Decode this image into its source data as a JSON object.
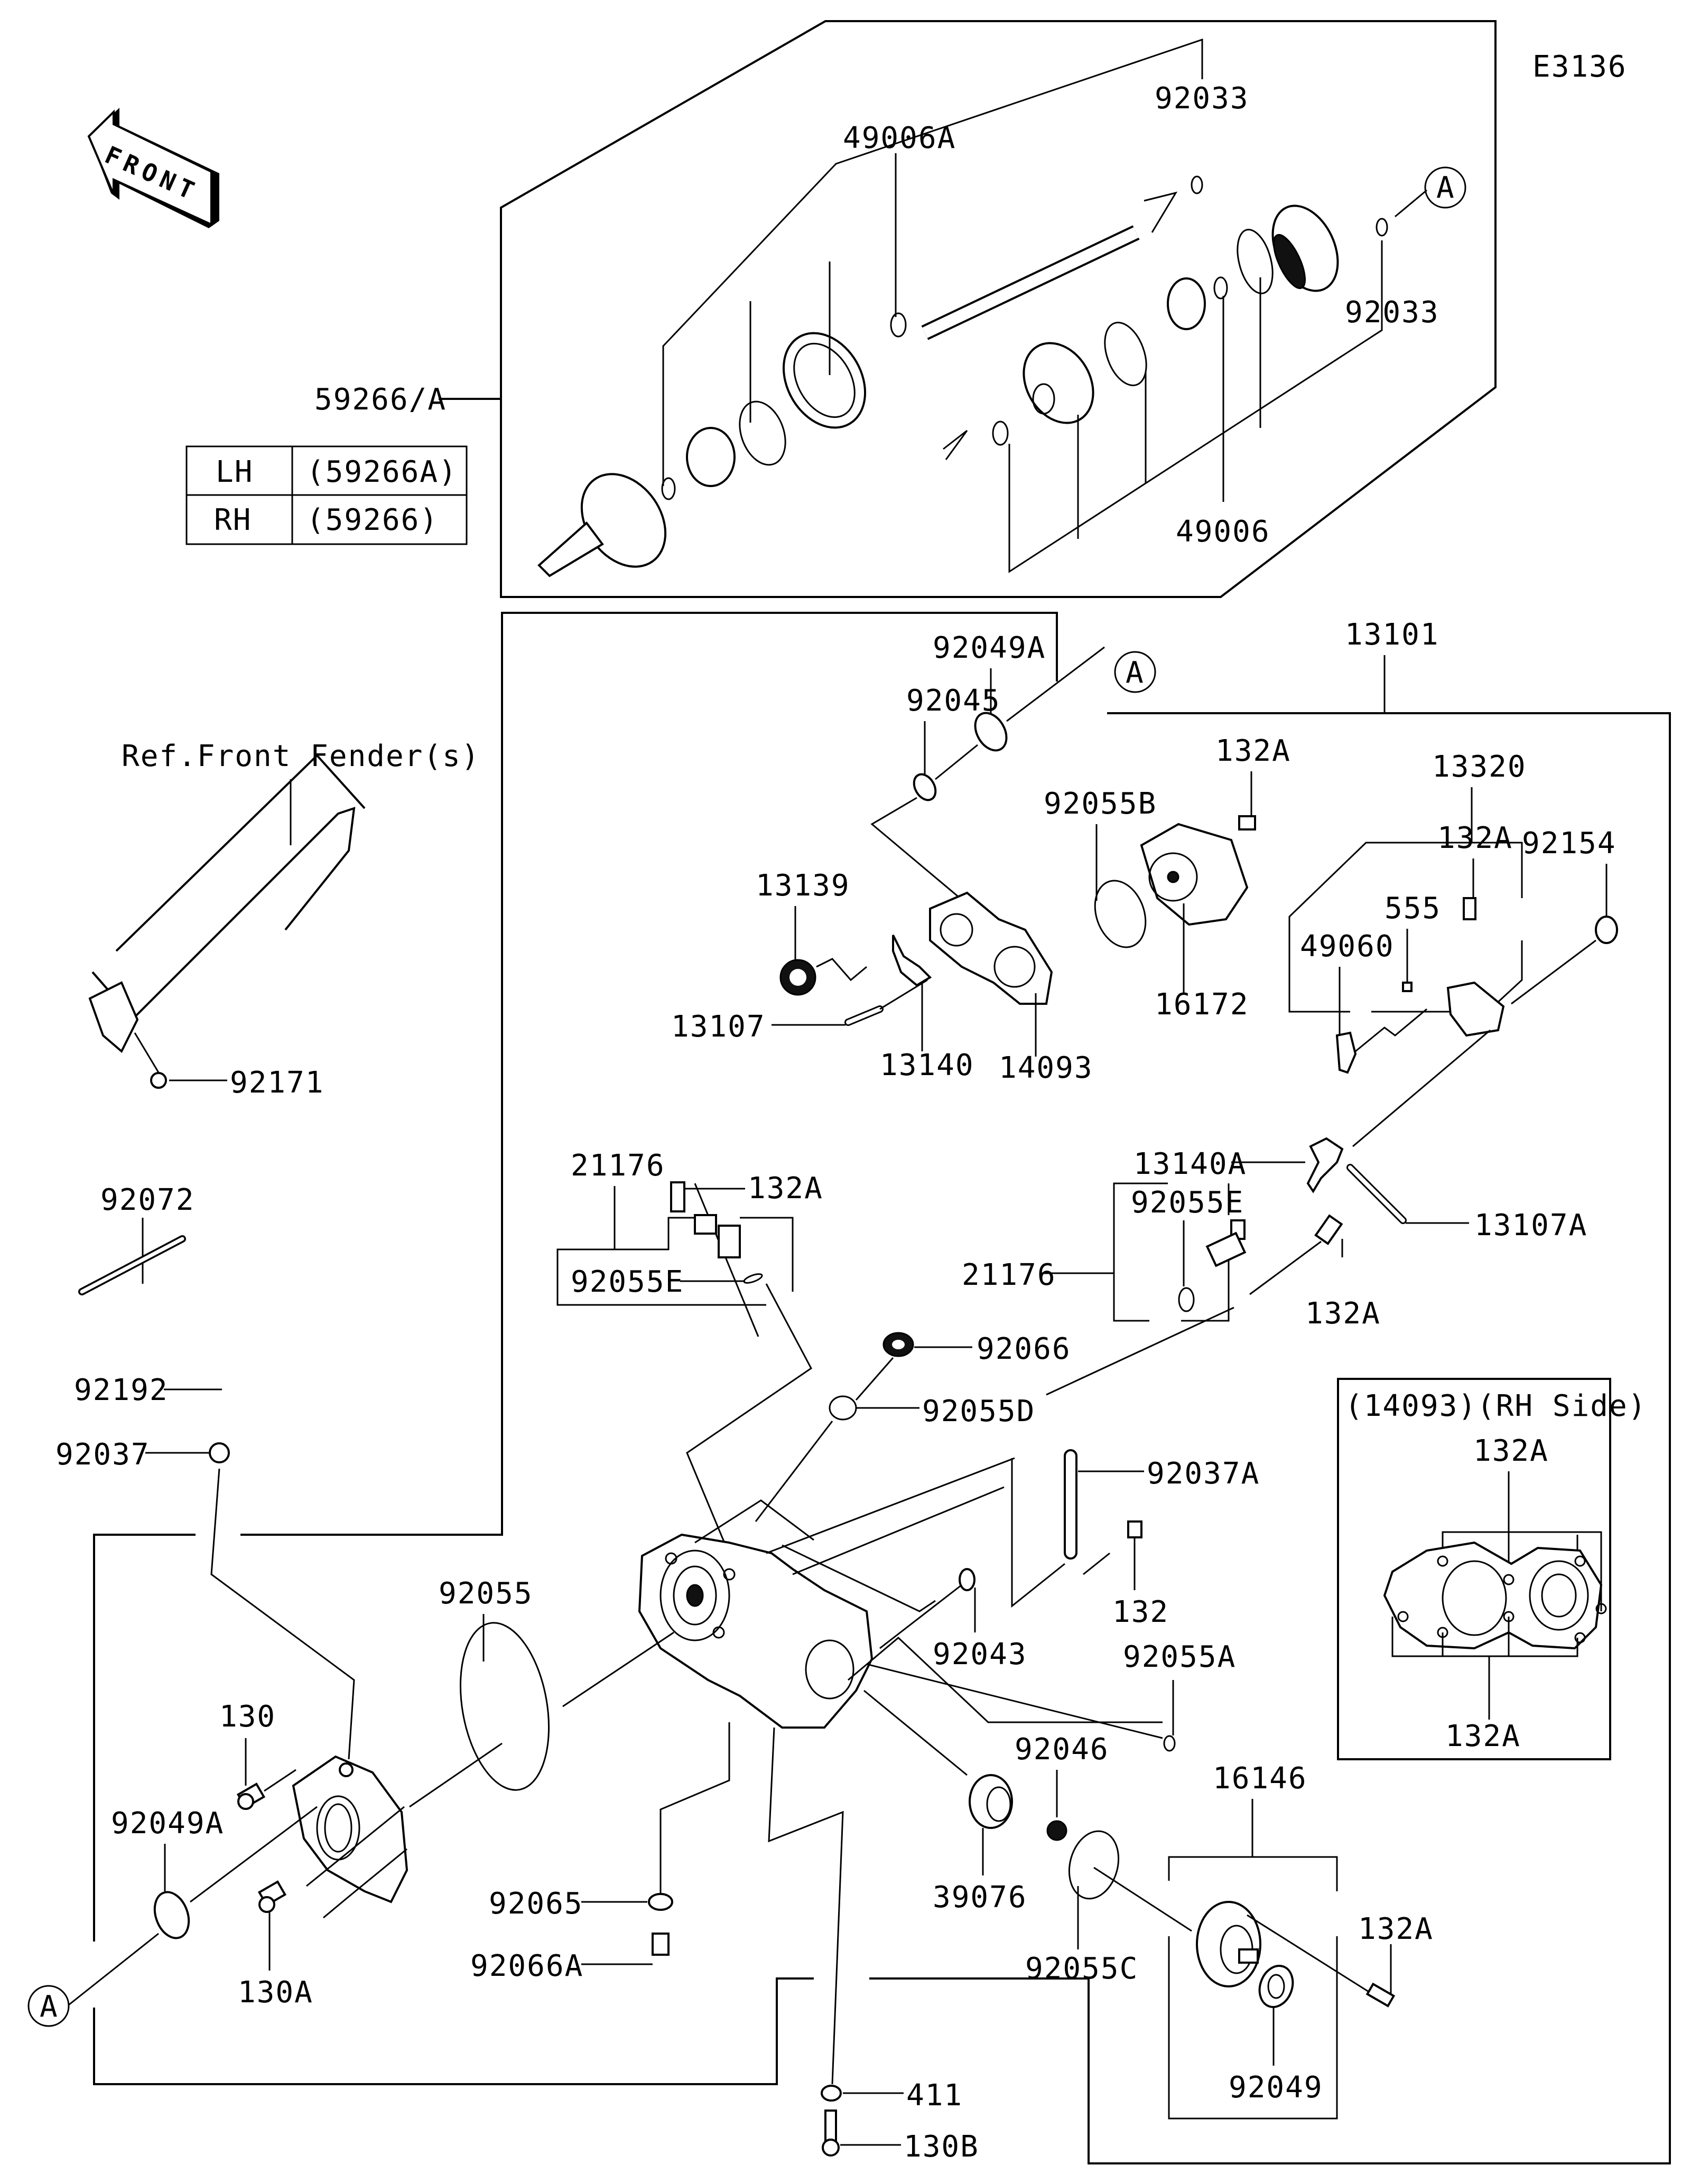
{
  "diagram": {
    "code": "E3136",
    "front_arrow": "FRONT",
    "ref_note": "Ref.Front Fender(s)",
    "side_table": {
      "rows": [
        {
          "side": "LH",
          "part": "(59266A)"
        },
        {
          "side": "RH",
          "part": "(59266)"
        }
      ]
    },
    "inset_title": "(14093)(RH Side)",
    "callout_marker": "A",
    "labels": {
      "p59266A": "59266/A",
      "p49006A": "49006A",
      "p92033_top": "92033",
      "p92033_right": "92033",
      "p49006": "49006",
      "p92049A_top": "92049A",
      "p92045": "92045",
      "p13101": "13101",
      "p132A_1": "132A",
      "p92055B": "92055B",
      "p13320": "13320",
      "p92154": "92154",
      "p132A_2": "132A",
      "p555": "555",
      "p49060": "49060",
      "p13139": "13139",
      "p16172": "16172",
      "p13107": "13107",
      "p13140": "13140",
      "p14093": "14093",
      "p13140A": "13140A",
      "p13107A": "13107A",
      "p132A_3": "132A",
      "p21176_left": "21176",
      "p92055E_left": "92055E",
      "p92055E_right": "92055E",
      "p21176_right": "21176",
      "p132A_4": "132A",
      "p92171": "92171",
      "p92072": "92072",
      "p92192": "92192",
      "p92037": "92037",
      "p92066": "92066",
      "p92055D": "92055D",
      "p92037A": "92037A",
      "p132": "132",
      "p132A_inset_top": "132A",
      "p132A_inset_bot": "132A",
      "p92055": "92055",
      "p92043": "92043",
      "p92055A": "92055A",
      "p130": "130",
      "p92049A_left": "92049A",
      "p130A": "130A",
      "p92046": "92046",
      "p39076": "39076",
      "p16146": "16146",
      "p92065": "92065",
      "p92066A": "92066A",
      "p92055C": "92055C",
      "p132A_5": "132A",
      "p411": "411",
      "p92049": "92049",
      "p130B": "130B"
    }
  }
}
